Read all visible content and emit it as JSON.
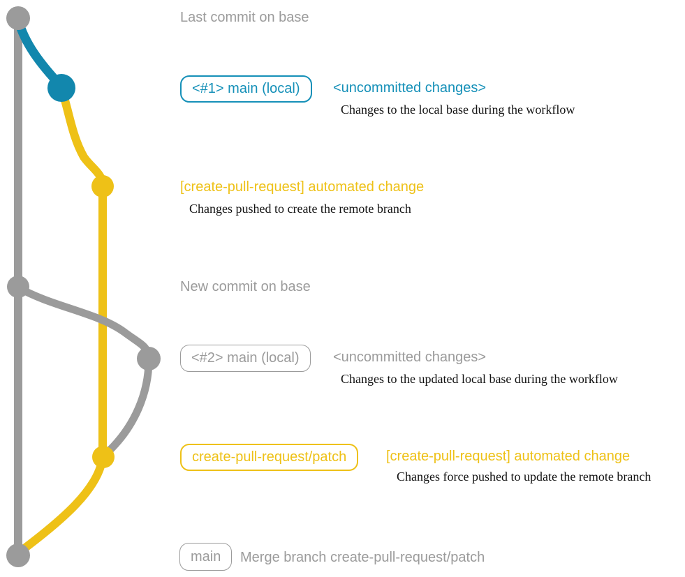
{
  "colors": {
    "base_branch_gray": "#9b9b9b",
    "local_changes_teal": "#1287ad",
    "pull_request_yellow": "#eec117",
    "description_text": "#111111",
    "background": "#ffffff"
  },
  "graph": {
    "commits": [
      {
        "color": "gray",
        "label": "Last commit on base"
      },
      {
        "color": "teal",
        "label": "<#1> main (local)"
      },
      {
        "color": "yellow",
        "label": "[create-pull-request] automated change"
      },
      {
        "color": "gray",
        "label": "New commit on base"
      },
      {
        "color": "gray",
        "label": "<#2> main (local)"
      },
      {
        "color": "yellow",
        "label": "create-pull-request/patch"
      },
      {
        "color": "gray",
        "label": "main"
      }
    ]
  },
  "annotations": {
    "row1": {
      "heading": "Last commit on base"
    },
    "row2": {
      "badge": "<#1> main (local)",
      "status": "<uncommitted changes>",
      "description": "Changes to the local base during the workflow"
    },
    "row3": {
      "message": "[create-pull-request] automated change",
      "description": "Changes pushed to create the remote branch"
    },
    "row4": {
      "heading": "New commit on base"
    },
    "row5": {
      "badge": "<#2> main (local)",
      "status": "<uncommitted changes>",
      "description": "Changes to the updated local base during the workflow"
    },
    "row6": {
      "badge": "create-pull-request/patch",
      "message": "[create-pull-request] automated change",
      "description": "Changes force pushed to update the remote branch"
    },
    "row7": {
      "badge": "main",
      "message": "Merge branch create-pull-request/patch"
    }
  }
}
